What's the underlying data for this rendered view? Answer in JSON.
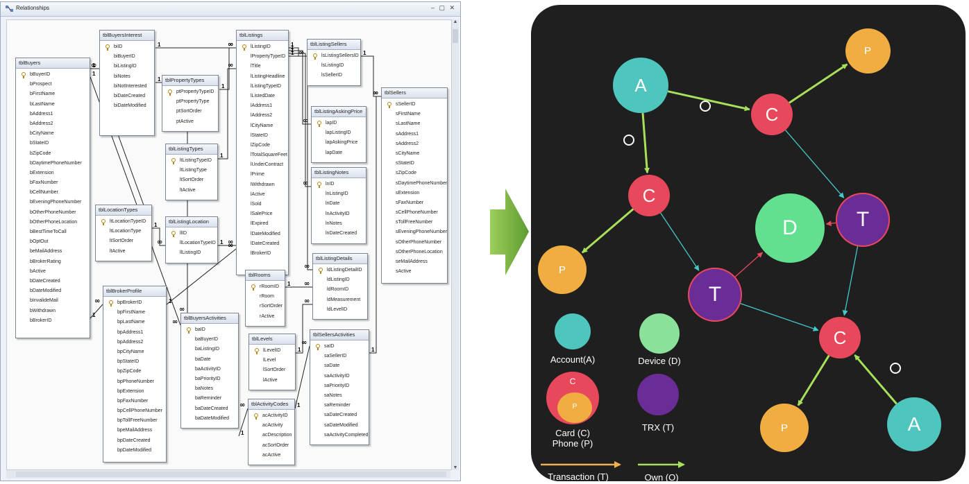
{
  "window": {
    "title": "Relationships",
    "controls": "– ▢ ✕"
  },
  "tables": [
    {
      "name": "tblBuyers",
      "fields": [
        "bBuyerID",
        "bProspect",
        "bFirstName",
        "bLastName",
        "bAddress1",
        "bAddress2",
        "bCityName",
        "bStateID",
        "bZipCode",
        "bDaytimePhoneNumber",
        "bExtension",
        "bFaxNumber",
        "bCellNumber",
        "bEveningPhoneNumber",
        "bOtherPhoneNumber",
        "bOtherPhoneLocation",
        "bBestTimeToCall",
        "bOptOut",
        "beMailAddress",
        "bBrokerRating",
        "bActive",
        "bDateCreated",
        "bDateModified",
        "bInvalideMail",
        "bWithdrawn",
        "bBrokerID"
      ]
    },
    {
      "name": "tblBuyersInterest",
      "fields": [
        "biID",
        "biBuyerID",
        "biListingID",
        "biNotes",
        "biNotInterested",
        "biDateCreated",
        "biDateModified"
      ]
    },
    {
      "name": "tblPropertyTypes",
      "fields": [
        "ptPropertyTypeID",
        "ptPropertyType",
        "ptSortOrder",
        "ptActive"
      ]
    },
    {
      "name": "tblListingTypes",
      "fields": [
        "ltListingTypeID",
        "ltListingType",
        "ltSortOrder",
        "ltActive"
      ]
    },
    {
      "name": "tblLocationTypes",
      "fields": [
        "ltLocationTypeID",
        "ltLocationType",
        "ltSortOrder",
        "ltActive"
      ]
    },
    {
      "name": "tblListingLocation",
      "fields": [
        "llID",
        "llLocationTypeID",
        "llListingID"
      ]
    },
    {
      "name": "tblListings",
      "fields": [
        "lListingID",
        "lPropertyTypeID",
        "lTitle",
        "lListingHeadline",
        "lListingTypeID",
        "lListedDate",
        "lAddress1",
        "lAddress2",
        "lCityName",
        "lStateID",
        "lZipCode",
        "lTotalSquareFeet",
        "lUnderContract",
        "lPrime",
        "lWithdrawn",
        "lActive",
        "lSold",
        "lSalePrice",
        "lExpired",
        "lDateModified",
        "lDateCreated",
        "lBrokerID"
      ]
    },
    {
      "name": "tblListingSellers",
      "fields": [
        "lsListingSellersID",
        "lsListingID",
        "lsSellerID"
      ]
    },
    {
      "name": "tblListingAskingPrice",
      "fields": [
        "lapID",
        "lapListingID",
        "lapAskingPrice",
        "lapDate"
      ]
    },
    {
      "name": "tblListingNotes",
      "fields": [
        "lnID",
        "lnListingID",
        "lnDate",
        "lnActivityID",
        "lnNotes",
        "lnDateCreated"
      ]
    },
    {
      "name": "tblListingDetails",
      "fields": [
        "ldListingDetailID",
        "ldListingID",
        "ldRoomID",
        "ldMeasurement",
        "ldLevelID"
      ]
    },
    {
      "name": "tblRooms",
      "fields": [
        "rRoomID",
        "rRoom",
        "rSortOrder",
        "rActive"
      ]
    },
    {
      "name": "tblLevels",
      "fields": [
        "lLevelID",
        "lLevel",
        "lSortOrder",
        "lActive"
      ]
    },
    {
      "name": "tblActivityCodes",
      "fields": [
        "acActivityID",
        "acActivity",
        "acDescription",
        "acSortOrder",
        "acActive"
      ]
    },
    {
      "name": "tblBrokerProfile",
      "fields": [
        "bpBrokerID",
        "bpFirstName",
        "bpLastName",
        "bpAddress1",
        "bpAddress2",
        "bpCityName",
        "bpStateID",
        "bpZipCode",
        "bpPhoneNumber",
        "bpExtension",
        "bpFaxNumber",
        "bpCellPhoneNumber",
        "bpTollFreeNumber",
        "bpeMailAddress",
        "bpDateCreated",
        "bpDateModified"
      ]
    },
    {
      "name": "tblBuyersActivities",
      "fields": [
        "baID",
        "baBuyerID",
        "baListingID",
        "baDate",
        "baActivityID",
        "baPriorityID",
        "baNotes",
        "baReminder",
        "baDateCreated",
        "baDateModified"
      ]
    },
    {
      "name": "tblSellersActivities",
      "fields": [
        "saID",
        "saSellerID",
        "saDate",
        "saActivityID",
        "saPriorityID",
        "saNotes",
        "saReminder",
        "saDateCreated",
        "saDateModified",
        "saActivityCompleted"
      ]
    },
    {
      "name": "tblSellers",
      "fields": [
        "sSellerID",
        "sFirstName",
        "sLastName",
        "sAddress1",
        "sAddress2",
        "sCityName",
        "sStateID",
        "sZipCode",
        "sDaytimePhoneNumber",
        "sExtension",
        "sFaxNumber",
        "sCellPhoneNumber",
        "sTollFreeNumber",
        "sEveningPhoneNumber",
        "sOtherPhoneNumber",
        "sOtherPhoneLocation",
        "seMailAddress",
        "sActive"
      ]
    }
  ],
  "relationship_marks": {
    "one": "1",
    "many": "∞"
  },
  "graph": {
    "nodes": [
      {
        "id": "A1",
        "label": "A",
        "type": "account"
      },
      {
        "id": "P1",
        "label": "P",
        "type": "phone"
      },
      {
        "id": "C1",
        "label": "C",
        "type": "card"
      },
      {
        "id": "C2",
        "label": "C",
        "type": "card"
      },
      {
        "id": "D1",
        "label": "D",
        "type": "device"
      },
      {
        "id": "T1",
        "label": "T",
        "type": "trx"
      },
      {
        "id": "P2",
        "label": "P",
        "type": "phone"
      },
      {
        "id": "T2",
        "label": "T",
        "type": "trx"
      },
      {
        "id": "C3",
        "label": "C",
        "type": "card"
      },
      {
        "id": "P3",
        "label": "P",
        "type": "phone"
      },
      {
        "id": "A2",
        "label": "A",
        "type": "account"
      }
    ],
    "edges": [
      {
        "from": "A1",
        "to": "C1",
        "kind": "own"
      },
      {
        "from": "C1",
        "to": "P1",
        "kind": "own"
      },
      {
        "from": "A1",
        "to": "C2",
        "kind": "own"
      },
      {
        "from": "C2",
        "to": "P2",
        "kind": "own"
      },
      {
        "from": "C1",
        "to": "T1",
        "kind": "link"
      },
      {
        "from": "C2",
        "to": "T2",
        "kind": "link"
      },
      {
        "from": "T1",
        "to": "D1",
        "kind": "device"
      },
      {
        "from": "T2",
        "to": "D1",
        "kind": "device"
      },
      {
        "from": "T1",
        "to": "C3",
        "kind": "link"
      },
      {
        "from": "T2",
        "to": "C3",
        "kind": "link"
      },
      {
        "from": "C3",
        "to": "P3",
        "kind": "own"
      },
      {
        "from": "A2",
        "to": "C3",
        "kind": "own"
      }
    ],
    "colors": {
      "account": "#4ec5bd",
      "card": "#e8485b",
      "device": "#62df8f",
      "trx": "#6a2d96",
      "phone": "#f0ad42",
      "own_edge": "#a8e05c",
      "link_edge": "#46c8c8",
      "device_edge": "#e8485b",
      "transaction_arrow": "#f0b050"
    }
  },
  "legend": {
    "account": "Account(A)",
    "device": "Device (D)",
    "card_phone": "Card (C)\nPhone (P)",
    "card_letter": "C",
    "phone_letter": "P",
    "trx": "TRX (T)",
    "transaction": "Transaction (T)",
    "own": "Own (O)"
  }
}
